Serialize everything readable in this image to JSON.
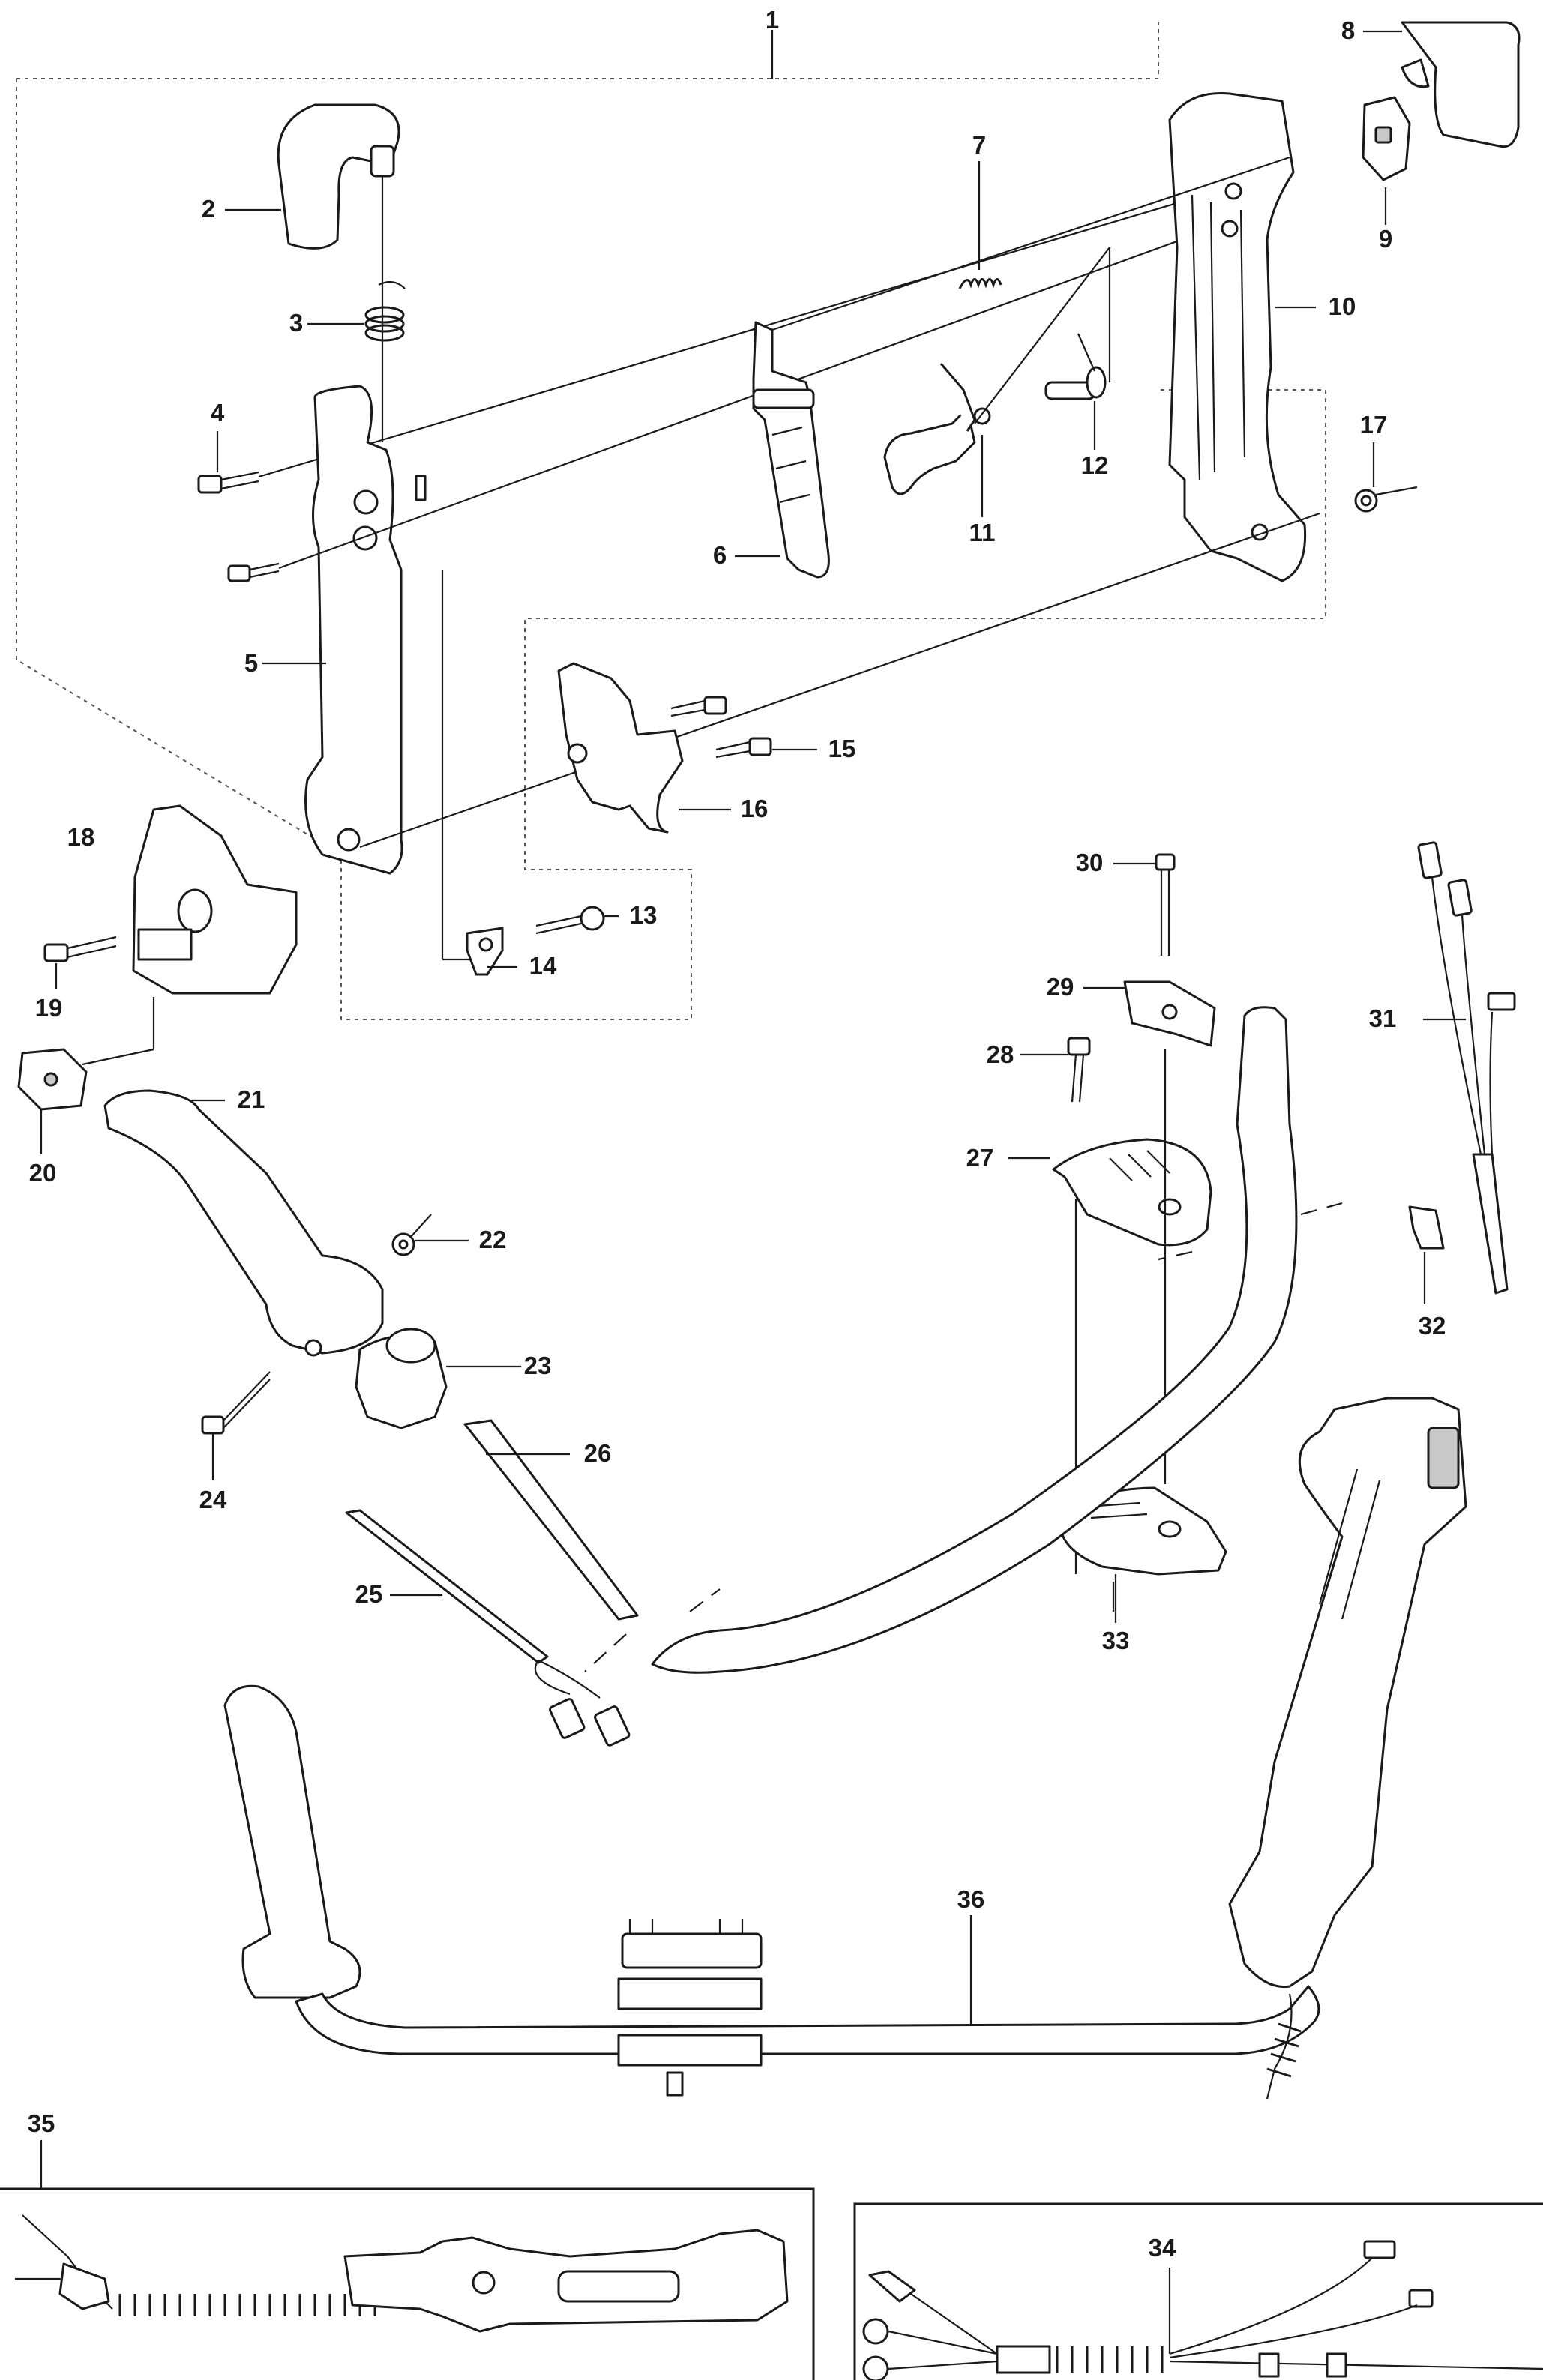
{
  "diagram": {
    "callouts": [
      {
        "id": "c1",
        "label": "1"
      },
      {
        "id": "c2",
        "label": "2"
      },
      {
        "id": "c3",
        "label": "3"
      },
      {
        "id": "c4",
        "label": "4"
      },
      {
        "id": "c5",
        "label": "5"
      },
      {
        "id": "c6",
        "label": "6"
      },
      {
        "id": "c7",
        "label": "7"
      },
      {
        "id": "c8",
        "label": "8"
      },
      {
        "id": "c9",
        "label": "9"
      },
      {
        "id": "c10",
        "label": "10"
      },
      {
        "id": "c11",
        "label": "11"
      },
      {
        "id": "c12",
        "label": "12"
      },
      {
        "id": "c13",
        "label": "13"
      },
      {
        "id": "c14",
        "label": "14"
      },
      {
        "id": "c15",
        "label": "15"
      },
      {
        "id": "c16",
        "label": "16"
      },
      {
        "id": "c17",
        "label": "17"
      },
      {
        "id": "c18",
        "label": "18"
      },
      {
        "id": "c19",
        "label": "19"
      },
      {
        "id": "c20",
        "label": "20"
      },
      {
        "id": "c21",
        "label": "21"
      },
      {
        "id": "c22",
        "label": "22"
      },
      {
        "id": "c23",
        "label": "23"
      },
      {
        "id": "c24",
        "label": "24"
      },
      {
        "id": "c25",
        "label": "25"
      },
      {
        "id": "c26",
        "label": "26"
      },
      {
        "id": "c27",
        "label": "27"
      },
      {
        "id": "c28",
        "label": "28"
      },
      {
        "id": "c29",
        "label": "29"
      },
      {
        "id": "c30",
        "label": "30"
      },
      {
        "id": "c31",
        "label": "31"
      },
      {
        "id": "c32",
        "label": "32"
      },
      {
        "id": "c33",
        "label": "33"
      },
      {
        "id": "c34",
        "label": "34"
      },
      {
        "id": "c35",
        "label": "35"
      },
      {
        "id": "c36",
        "label": "36"
      }
    ]
  }
}
